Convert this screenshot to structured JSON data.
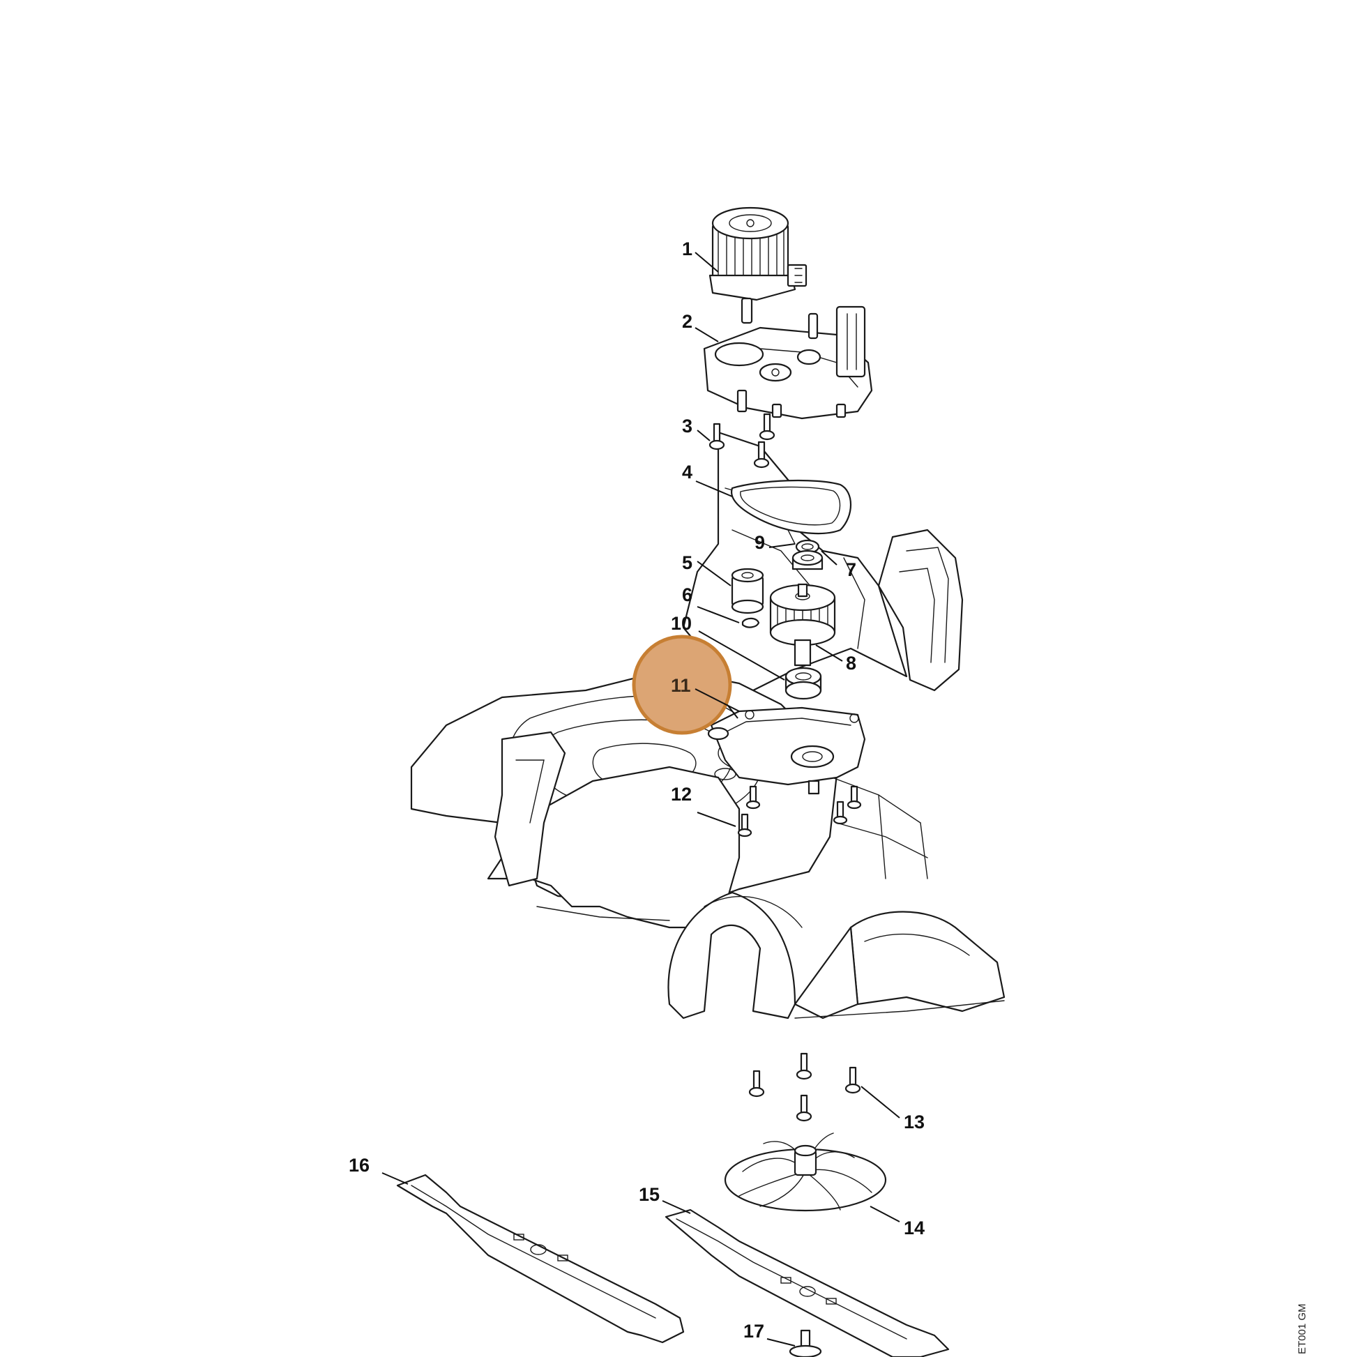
{
  "highlight": {
    "label": "11",
    "fill": "#dca574",
    "stroke": "#c77f33"
  },
  "callouts": {
    "c1": "1",
    "c2": "2",
    "c3": "3",
    "c4": "4",
    "c5": "5",
    "c6": "6",
    "c7": "7",
    "c8": "8",
    "c9": "9",
    "c10": "10",
    "c12": "12",
    "c13": "13",
    "c14": "14",
    "c15": "15",
    "c16": "16",
    "c17": "17"
  },
  "reference_code": "ET001 GM"
}
